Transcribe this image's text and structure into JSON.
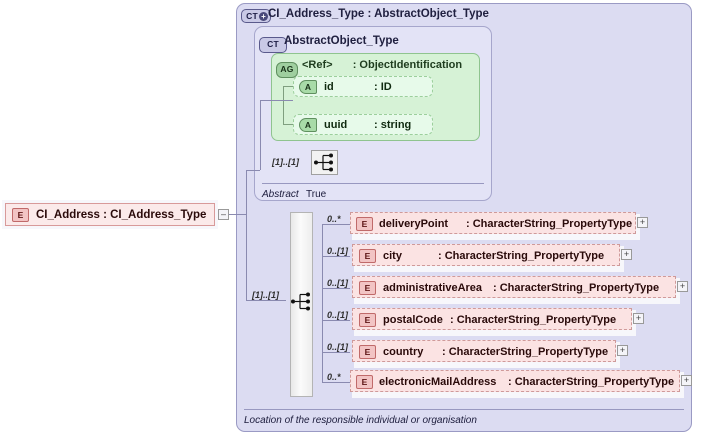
{
  "diagram": {
    "kind": "xml-schema-element-diagram",
    "root_element": {
      "badge": "E",
      "label": "CI_Address : CI_Address_Type",
      "expander": "–"
    },
    "complex_type": {
      "badge": "CT",
      "badge_suffix": "+",
      "title": "CI_Address_Type : AbstractObject_Type"
    },
    "base_type": {
      "badge": "CT",
      "title": "AbstractObject_Type",
      "abstract_label": "Abstract",
      "abstract_value": "True",
      "sequence_cardinality": "[1]..[1]",
      "sequence_icon": "sequence-icon"
    },
    "attribute_group": {
      "badge": "AG",
      "ref_label": "<Ref>",
      "type_label": ": ObjectIdentification",
      "attributes": [
        {
          "badge": "A",
          "name": "id",
          "type": ": ID"
        },
        {
          "badge": "A",
          "name": "uuid",
          "type": ": string"
        }
      ]
    },
    "sequence": {
      "cardinality": "[1]..[1]",
      "icon": "sequence-icon"
    },
    "elements": [
      {
        "badge": "E",
        "cardinality": "0..*",
        "name": "deliveryPoint",
        "type": ": CharacterString_PropertyType",
        "expander": "+"
      },
      {
        "badge": "E",
        "cardinality": "0..[1]",
        "name": "city",
        "type": ": CharacterString_PropertyType",
        "expander": "+"
      },
      {
        "badge": "E",
        "cardinality": "0..[1]",
        "name": "administrativeArea",
        "type": ": CharacterString_PropertyType",
        "expander": "+"
      },
      {
        "badge": "E",
        "cardinality": "0..[1]",
        "name": "postalCode",
        "type": ": CharacterString_PropertyType",
        "expander": "+"
      },
      {
        "badge": "E",
        "cardinality": "0..[1]",
        "name": "country",
        "type": ": CharacterString_PropertyType",
        "expander": "+"
      },
      {
        "badge": "E",
        "cardinality": "0..*",
        "name": "electronicMailAddress",
        "type": ": CharacterString_PropertyType",
        "expander": "+"
      }
    ],
    "footer": "Location of the responsible individual or organisation"
  },
  "colors": {
    "panel": "#dcdcf2",
    "inner_panel": "#e3e3f6",
    "attribute_group": "#d6f2d6",
    "element": "#fbe3e3",
    "root_element": "#fbeaea",
    "connector": "#8a8ab0"
  }
}
